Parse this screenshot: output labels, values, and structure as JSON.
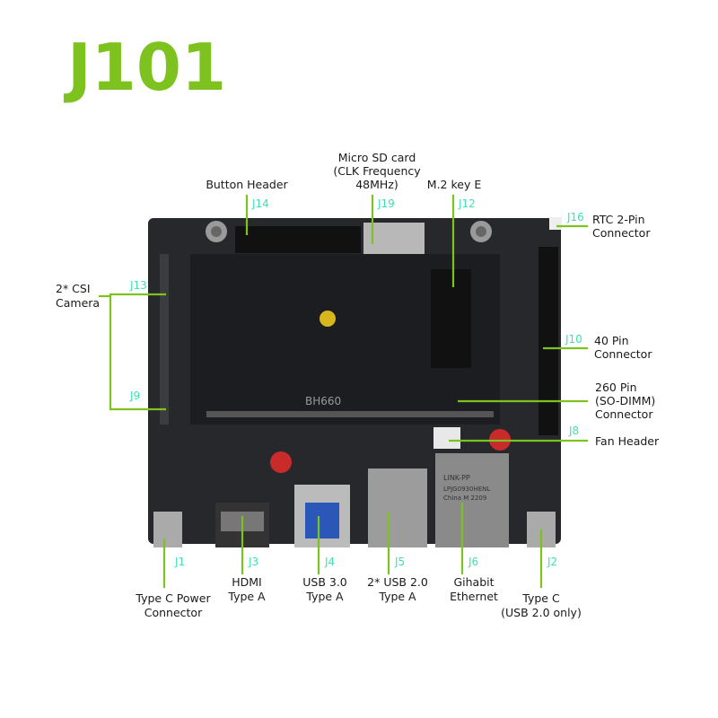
{
  "title": "J101",
  "colors": {
    "accent_green": "#7dc21e",
    "connector_id": "#3ee0b4",
    "board": "#26282b"
  },
  "board_marking": "BH660",
  "ethernet_jack_text": [
    "LINK-PP",
    "LPJG0930HENL",
    "China M 2209"
  ],
  "callouts": {
    "j14": {
      "id": "J14",
      "label": [
        "Button Header"
      ]
    },
    "j19": {
      "id": "J19",
      "label": [
        "Micro SD card",
        "(CLK Frequency",
        "48MHz)"
      ]
    },
    "j12": {
      "id": "J12",
      "label": [
        "M.2 key E"
      ]
    },
    "j16": {
      "id": "J16",
      "label": [
        "RTC 2-Pin",
        "Connector"
      ]
    },
    "csi": {
      "label": [
        "2* CSI",
        "Camera"
      ],
      "ids": [
        "J13",
        "J9"
      ]
    },
    "j10": {
      "id": "J10",
      "label": [
        "40 Pin",
        "Connector"
      ]
    },
    "sodimm": {
      "label": [
        "260 Pin",
        "(SO-DIMM)",
        "Connector"
      ]
    },
    "j8": {
      "id": "J8",
      "label": [
        "Fan Header"
      ]
    },
    "j1": {
      "id": "J1",
      "label": [
        "Type C Power",
        "Connector"
      ]
    },
    "j3": {
      "id": "J3",
      "label": [
        "HDMI",
        "Type A"
      ]
    },
    "j4": {
      "id": "J4",
      "label": [
        "USB 3.0",
        "Type A"
      ]
    },
    "j5": {
      "id": "J5",
      "label": [
        "2* USB 2.0",
        "Type A"
      ]
    },
    "j6": {
      "id": "J6",
      "label": [
        "Gihabit",
        "Ethernet"
      ]
    },
    "j2": {
      "id": "J2",
      "label": [
        "Type C",
        "(USB 2.0 only)"
      ]
    }
  }
}
